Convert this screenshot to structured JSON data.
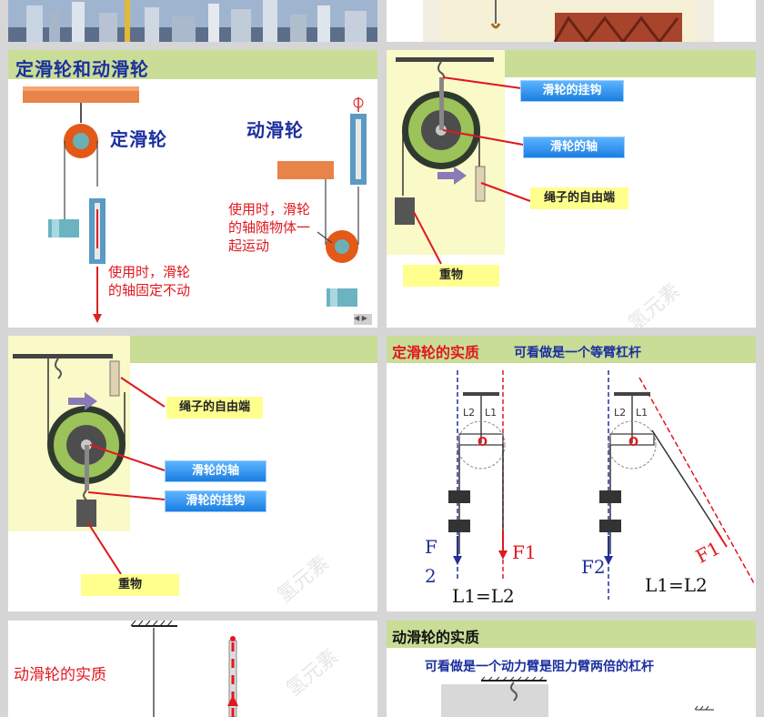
{
  "slide1": {
    "title": "定滑轮和动滑轮",
    "fixed_label": "定滑轮",
    "moving_label": "动滑轮",
    "moving_note": [
      "使用时，滑轮",
      "的轴随物体一",
      "起运动"
    ],
    "fixed_note": [
      "使用时，滑轮",
      "的轴固定不动"
    ],
    "nav_symbol": "◀ ▶"
  },
  "slide2": {
    "hook_label": "滑轮的挂钩",
    "axle_label": "滑轮的轴",
    "free_end_label": "绳子的自由端",
    "weight_label": "重物"
  },
  "slide3": {
    "free_end_label": "绳子的自由端",
    "axle_label": "滑轮的轴",
    "hook_label": "滑轮的挂钩",
    "weight_label": "重物"
  },
  "slide4": {
    "title": "定滑轮的实质",
    "subtitle": "可看做是一个等臂杠杆",
    "l2": "L2",
    "l1": "L1",
    "o": "O",
    "f2": "F",
    "f2_sub": "2",
    "f1": "F1",
    "eq_left": "L1=L2",
    "f2_right": "F2",
    "f1_right": "F1",
    "eq_right": "L1=L2"
  },
  "slide5": {
    "title": "动滑轮的实质"
  },
  "slide6": {
    "title": "动滑轮的实质",
    "subtitle": "可看做是一个动力臂是阻力臂两倍的杠杆"
  },
  "watermark": "氢元素",
  "colors": {
    "green_bar": "#c9dd96",
    "yellow_pane": "#fafac8",
    "red": "#e0181f",
    "blue_text": "#1b2f9e"
  }
}
